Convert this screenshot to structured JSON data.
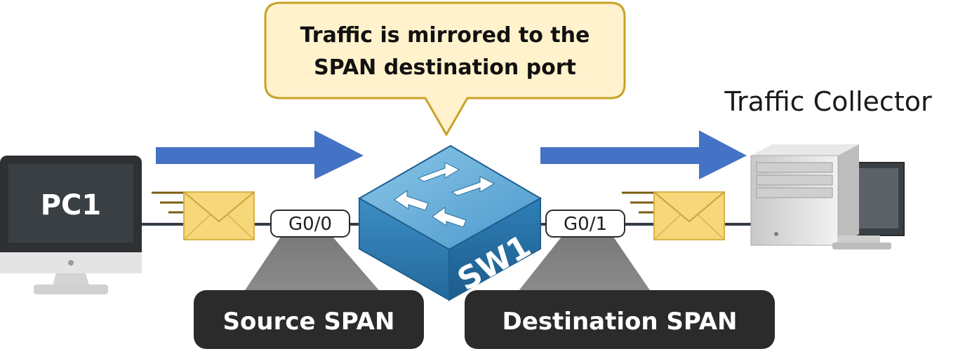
{
  "callout": {
    "line1": "Traffic is mirrored to the",
    "line2": "SPAN destination port"
  },
  "pc": {
    "label": "PC1"
  },
  "switch": {
    "label": "SW1"
  },
  "collector": {
    "label": "Traffic Collector"
  },
  "ports": {
    "source": "G0/0",
    "destination": "G0/1"
  },
  "span_labels": {
    "source": "Source SPAN",
    "destination": "Destination SPAN"
  },
  "colors": {
    "arrow": "#4472c4",
    "callout_fill": "#fff2cc",
    "callout_border": "#c9a227",
    "label_box": "#2b2b2b",
    "envelope": "#f6d77a",
    "switch_top": "#6aaed6",
    "switch_side": "#2e7fb5"
  },
  "icons": {
    "pc": "monitor-icon",
    "switch": "switch-icon",
    "collector": "server-tower-icon",
    "frame": "envelope-icon",
    "flow": "arrow-right-icon"
  }
}
